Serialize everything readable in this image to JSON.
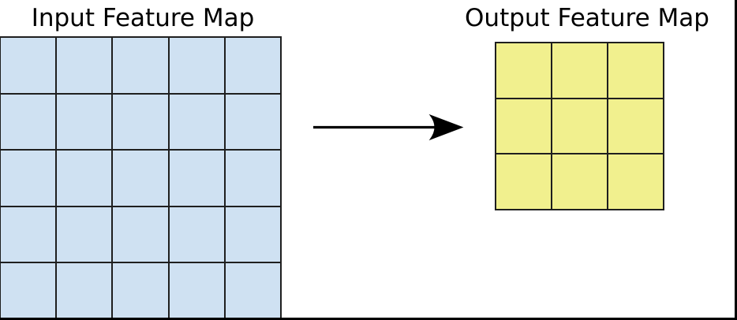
{
  "figure": {
    "input_map": {
      "title": "Input Feature Map",
      "rows": 5,
      "cols": 5,
      "cell_color": "#cfe1f2"
    },
    "output_map": {
      "title": "Output Feature Map",
      "rows": 3,
      "cols": 3,
      "cell_color": "#f1f08e"
    },
    "arrow": {
      "direction": "right",
      "color": "#000000"
    },
    "grid_line_color": "#1f1f1f",
    "frame_color": "#000000"
  }
}
